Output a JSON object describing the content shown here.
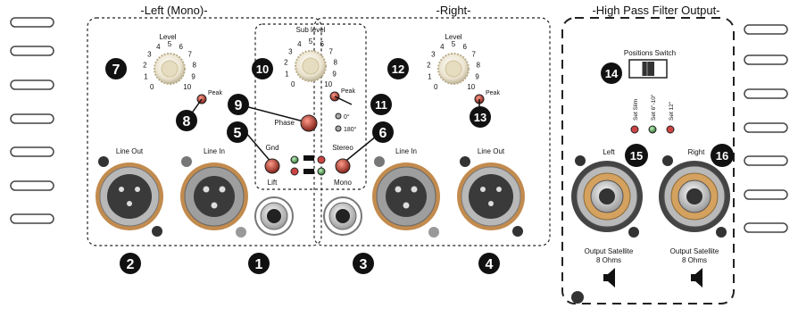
{
  "sections": {
    "left": "-Left (Mono)-",
    "right": "-Right-",
    "hpf": "-High Pass Filter Output-"
  },
  "knobs": {
    "level_left": "Level",
    "sub_level": "Sub level",
    "level_right": "Level",
    "scale": [
      "0",
      "1",
      "2",
      "3",
      "4",
      "5",
      "6",
      "7",
      "8",
      "9",
      "10"
    ]
  },
  "labels": {
    "peak_left": "Peak",
    "peak_mid": "Peak",
    "peak_right": "Peak",
    "phase": "Phase",
    "deg0": "0°",
    "deg180": "180°",
    "gnd": "Gnd",
    "lift": "Lift",
    "stereo": "Stereo",
    "mono": "Mono",
    "line_out_left": "Line Out",
    "line_in_left": "Line In",
    "line_in_right": "Line In",
    "line_out_right": "Line Out",
    "positions_switch": "Positions Switch",
    "set_slim": "Set Slim",
    "set_6_10": "Set 6\"-10\"",
    "set_12": "Set 12\"",
    "left": "Left",
    "right": "Right",
    "output_sat_left_1": "Output Satellite",
    "output_sat_left_2": "8 Ohms",
    "output_sat_right_1": "Output Satellite",
    "output_sat_right_2": "8 Ohms"
  },
  "callouts": [
    "1",
    "2",
    "3",
    "4",
    "5",
    "6",
    "7",
    "8",
    "9",
    "10",
    "11",
    "12",
    "13",
    "14",
    "15",
    "16"
  ],
  "colors": {
    "callout": "#111111",
    "knob": "#f2e6b8",
    "xlr": "#c9c9c9",
    "led_red": "#d84a3a",
    "led_green": "#6fb86f",
    "led_yellow": "#e8d36a"
  }
}
